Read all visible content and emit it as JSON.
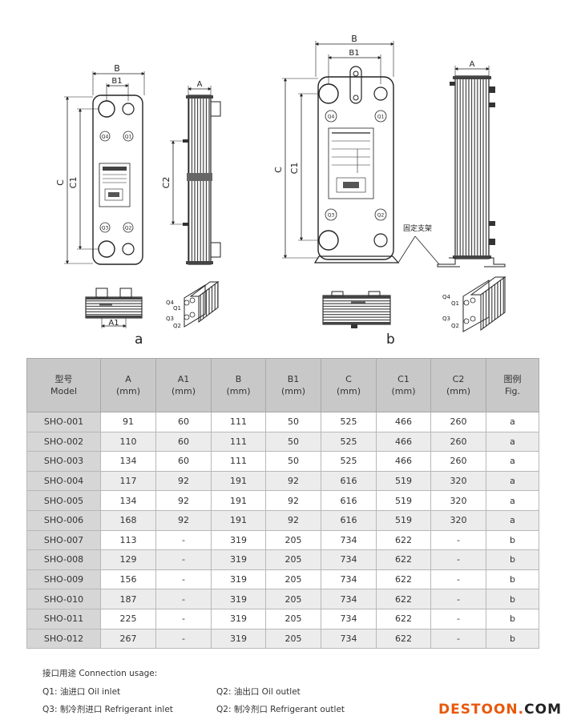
{
  "figures": {
    "a": {
      "label": "a",
      "dims": {
        "A": "A",
        "A1": "A1",
        "B": "B",
        "B1": "B1",
        "C": "C",
        "C1": "C1",
        "C2": "C2"
      },
      "ports": {
        "q1": "Q1",
        "q2": "Q2",
        "q3": "Q3",
        "q4": "Q4"
      }
    },
    "b": {
      "label": "b",
      "dims": {
        "A": "A",
        "B": "B",
        "B1": "B1",
        "C": "C",
        "C1": "C1"
      },
      "ports": {
        "q1": "Q1",
        "q2": "Q2",
        "q3": "Q3",
        "q4": "Q4"
      },
      "bracket_label": "固定支架"
    }
  },
  "table": {
    "headers": [
      {
        "zh": "型号",
        "en": "Model"
      },
      {
        "zh": "A",
        "en": "(mm)"
      },
      {
        "zh": "A1",
        "en": "(mm)"
      },
      {
        "zh": "B",
        "en": "(mm)"
      },
      {
        "zh": "B1",
        "en": "(mm)"
      },
      {
        "zh": "C",
        "en": "(mm)"
      },
      {
        "zh": "C1",
        "en": "(mm)"
      },
      {
        "zh": "C2",
        "en": "(mm)"
      },
      {
        "zh": "图例",
        "en": "Fig."
      }
    ],
    "rows": [
      [
        "SHO-001",
        "91",
        "60",
        "111",
        "50",
        "525",
        "466",
        "260",
        "a"
      ],
      [
        "SHO-002",
        "110",
        "60",
        "111",
        "50",
        "525",
        "466",
        "260",
        "a"
      ],
      [
        "SHO-003",
        "134",
        "60",
        "111",
        "50",
        "525",
        "466",
        "260",
        "a"
      ],
      [
        "SHO-004",
        "117",
        "92",
        "191",
        "92",
        "616",
        "519",
        "320",
        "a"
      ],
      [
        "SHO-005",
        "134",
        "92",
        "191",
        "92",
        "616",
        "519",
        "320",
        "a"
      ],
      [
        "SHO-006",
        "168",
        "92",
        "191",
        "92",
        "616",
        "519",
        "320",
        "a"
      ],
      [
        "SHO-007",
        "113",
        "-",
        "319",
        "205",
        "734",
        "622",
        "-",
        "b"
      ],
      [
        "SHO-008",
        "129",
        "-",
        "319",
        "205",
        "734",
        "622",
        "-",
        "b"
      ],
      [
        "SHO-009",
        "156",
        "-",
        "319",
        "205",
        "734",
        "622",
        "-",
        "b"
      ],
      [
        "SHO-010",
        "187",
        "-",
        "319",
        "205",
        "734",
        "622",
        "-",
        "b"
      ],
      [
        "SHO-011",
        "225",
        "-",
        "319",
        "205",
        "734",
        "622",
        "-",
        "b"
      ],
      [
        "SHO-012",
        "267",
        "-",
        "319",
        "205",
        "734",
        "622",
        "-",
        "b"
      ]
    ]
  },
  "notes": {
    "heading": "接口用途 Connection usage:",
    "q1": "Q1: 油进口 Oil inlet",
    "q2": "Q2: 油出口 Oil outlet",
    "q3": "Q3: 制冷剂进口 Refrigerant inlet",
    "q4": "Q2: 制冷剂口 Refrigerant outlet"
  },
  "logo": {
    "main": "DESTOON",
    "dot": ".",
    "suffix": "COM",
    "main_color": "#e8590c",
    "suffix_color": "#222222"
  }
}
